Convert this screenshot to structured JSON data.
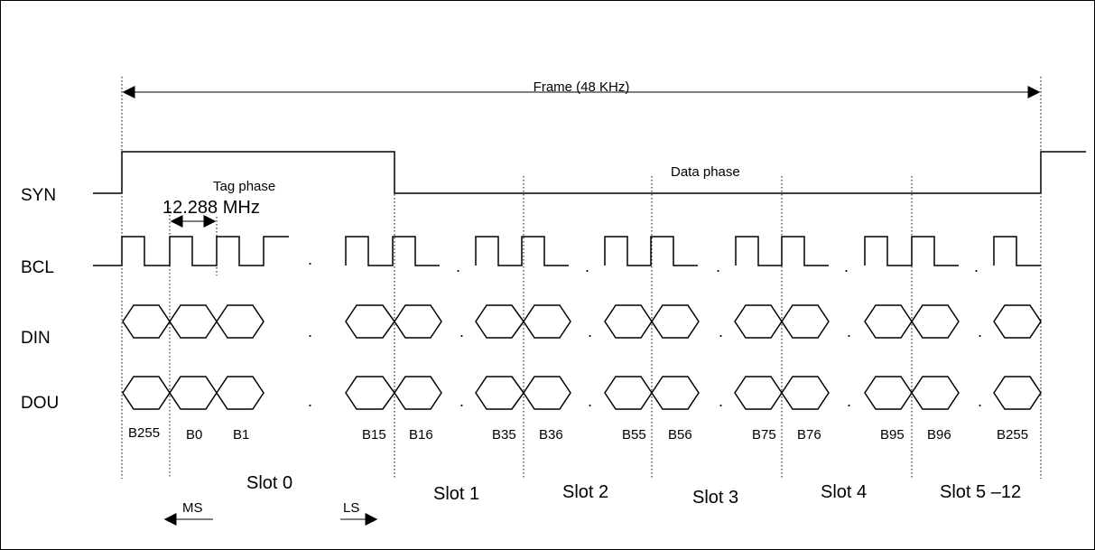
{
  "signals": [
    {
      "key": "syn",
      "label": "SYN"
    },
    {
      "key": "bcl",
      "label": "BCL"
    },
    {
      "key": "din",
      "label": "DIN"
    },
    {
      "key": "dou",
      "label": "DOU"
    }
  ],
  "frame_label": "Frame (48 KHz)",
  "tag_phase_label": "Tag phase",
  "data_phase_label": "Data phase",
  "clock_label": "12.288 MHz",
  "separator": ".",
  "bit_labels": [
    "B255",
    "B0",
    "B1",
    "B15",
    "B16",
    "B35",
    "B36",
    "B55",
    "B56",
    "B75",
    "B76",
    "B95",
    "B96",
    "B255"
  ],
  "slot_labels": [
    "Slot 0",
    "Slot 1",
    "Slot 2",
    "Slot 3",
    "Slot 4",
    "Slot 5 –12"
  ],
  "ms_label": "MS",
  "ls_label": "LS"
}
